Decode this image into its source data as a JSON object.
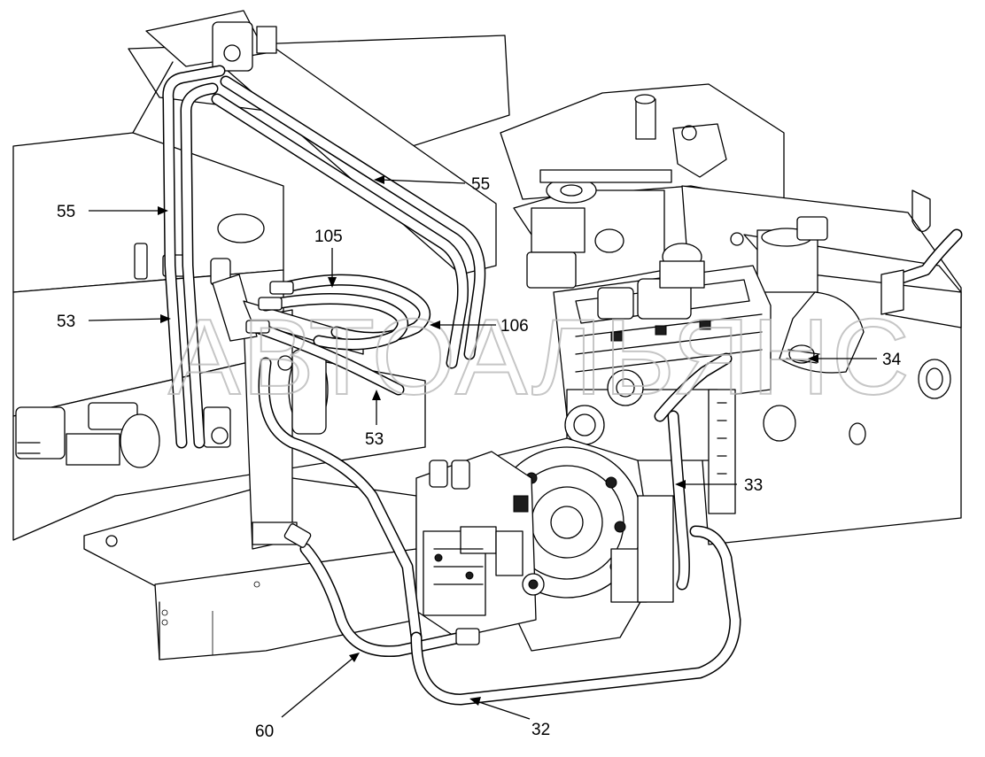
{
  "watermark": "АВТОАЛЬЯНС",
  "callouts": [
    {
      "id": "c55a",
      "label": "55"
    },
    {
      "id": "c55b",
      "label": "55"
    },
    {
      "id": "c105",
      "label": "105"
    },
    {
      "id": "c53a",
      "label": "53"
    },
    {
      "id": "c106",
      "label": "106"
    },
    {
      "id": "c34",
      "label": "34"
    },
    {
      "id": "c53b",
      "label": "53"
    },
    {
      "id": "c33",
      "label": "33"
    },
    {
      "id": "c60",
      "label": "60"
    },
    {
      "id": "c32",
      "label": "32"
    }
  ],
  "colors": {
    "line": "#000000",
    "background": "#ffffff",
    "watermark": "#b8b8b8"
  }
}
